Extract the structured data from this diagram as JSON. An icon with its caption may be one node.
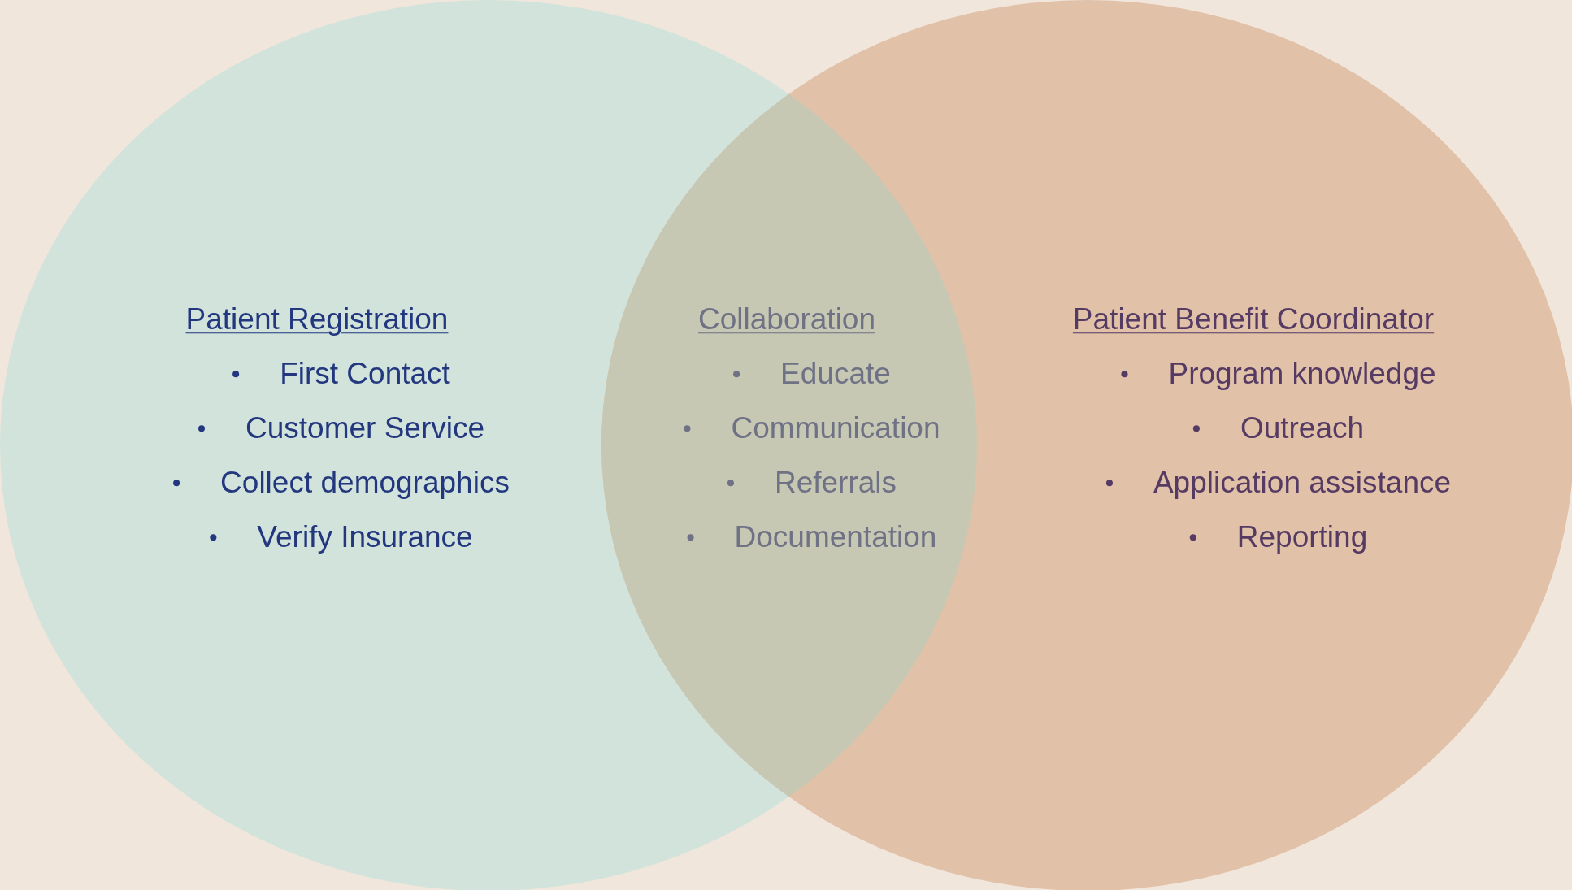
{
  "diagram": {
    "nodes": [
      {
        "text": [
          "Patient Registration",
          "First Contact",
          "Customer Service",
          "Collect demographics",
          "Verify Insurance"
        ]
      },
      {
        "text": [
          "Patient Benefit Coordinator",
          "Program knowledge",
          "Outreach",
          "Application assistance",
          "Reporting"
        ]
      },
      {
        "text": [
          "Collaboration",
          "Educate",
          "Communication",
          "Referrals",
          "Documentation"
        ]
      }
    ]
  }
}
